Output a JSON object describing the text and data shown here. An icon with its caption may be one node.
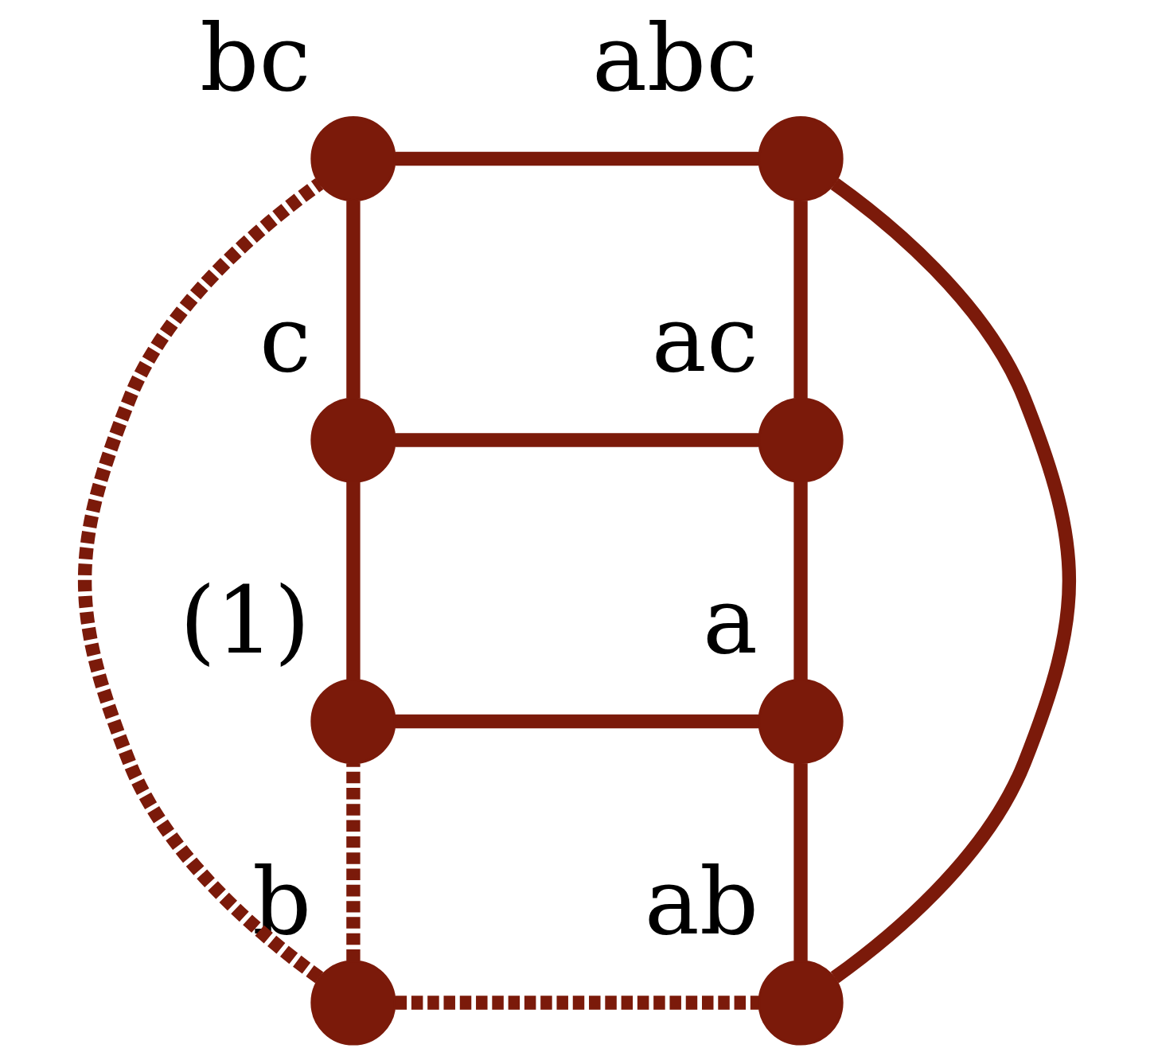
{
  "diagram": {
    "nodes": [
      {
        "text": [],
        "shape": "circle",
        "beside": [
          "bc"
        ]
      },
      {
        "text": [],
        "shape": "circle",
        "beside": [
          "abc"
        ]
      },
      {
        "text": [],
        "shape": "circle",
        "beside": [
          "c"
        ]
      },
      {
        "text": [],
        "shape": "circle",
        "beside": [
          "ac"
        ]
      },
      {
        "text": [],
        "shape": "circle",
        "beside": [
          "b"
        ]
      },
      {
        "text": [],
        "shape": "circle",
        "beside": [
          "ab"
        ]
      },
      {
        "text": [],
        "shape": "circle",
        "beside": [
          "(1)"
        ]
      },
      {
        "text": [],
        "shape": "circle",
        "beside": [
          "a"
        ]
      }
    ],
    "edges": [
      {
        "from": 0,
        "to": 1,
        "arrow": "none"
      },
      {
        "from": 0,
        "to": 2,
        "arrow": "none"
      },
      {
        "from": 1,
        "to": 3,
        "arrow": "none"
      },
      {
        "from": 1,
        "to": 5,
        "arrow": "none"
      },
      {
        "from": 2,
        "to": 3,
        "arrow": "none"
      },
      {
        "from": 2,
        "to": 6,
        "arrow": "none"
      },
      {
        "from": 3,
        "to": 7,
        "arrow": "none"
      },
      {
        "from": 4,
        "to": 0,
        "arrow": "none",
        "style": "dashed"
      },
      {
        "from": 4,
        "to": 5,
        "arrow": "none",
        "style": "dashed"
      },
      {
        "from": 4,
        "to": 6,
        "arrow": "none",
        "style": "dashed"
      },
      {
        "from": 6,
        "to": 7,
        "arrow": "none"
      },
      {
        "from": 7,
        "to": 5,
        "arrow": "none"
      }
    ]
  }
}
